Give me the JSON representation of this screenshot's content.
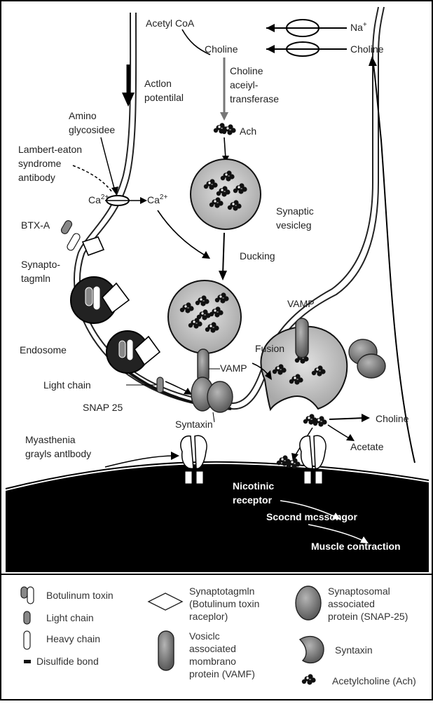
{
  "labels": {
    "acetyl_coa": "Acetyl CoA",
    "na": "Na",
    "na_sup": "+",
    "choline_top_left": "Choline",
    "choline_top_right": "Choline",
    "enzyme_1": "Choline",
    "enzyme_2": "aceiyl-",
    "enzyme_3": "transferase",
    "action_1": "Actlon",
    "action_2": "potentilal",
    "ach_top": "Ach",
    "amino_1": "Amino",
    "amino_2": "glycosidee",
    "lambert_1": "Lambert-eaton",
    "lambert_2": "syndrome",
    "lambert_3": "antibody",
    "ca_left": "Ca",
    "ca_left_sup": "2+",
    "ca_right": "Ca",
    "ca_right_sup": "2+",
    "synaptic_1": "Synaptic",
    "synaptic_2": "vesicleg",
    "btx_a": "BTX-A",
    "ducking": "Ducking",
    "synapto_1": "Synapto-",
    "synapto_2": "tagmln",
    "vamp_top": "VAMP",
    "fusion": "Fusion",
    "endosome": "Endosome",
    "vamp_mid": "VAMP",
    "light_chain": "Light chain",
    "snap25": "SNAP 25",
    "syntaxin": "Syntaxin",
    "choline_bottom": "Choline",
    "acetate": "Acetate",
    "myasthenia_1": "Myasthenia",
    "myasthenia_2": "grayls antlbody",
    "nicotinic_1": "Nicotinic",
    "nicotinic_2": "receptor",
    "second_messenger": "Scocnd mcssongor",
    "muscle_contraction": "Muscle contraction"
  },
  "legend": {
    "botulinum_toxin": "Botulinum toxin",
    "light_chain": "Light chain",
    "heavy_chain": "Heavy chain",
    "disulfide_bond": "Disulfide bond",
    "synaptotagmin_1": "Synaptotagmln",
    "synaptotagmin_2": "(Botulinum toxin",
    "synaptotagmin_3": "raceplor)",
    "vamp_1": "Vosiclc",
    "vamp_2": "associated",
    "vamp_3": "mombrano",
    "vamp_4": "protein (VAMF)",
    "snap_1": "Synaptosomal",
    "snap_2": "associated",
    "snap_3": "protein (SNAP-25)",
    "syntaxin": "Syntaxin",
    "acetylcholine": "Acetylcholine (Ach)"
  },
  "colors": {
    "muscle": "#000000",
    "protein_gray": "#8a8a8a",
    "vesicle_fill": "#c8c8c8"
  }
}
